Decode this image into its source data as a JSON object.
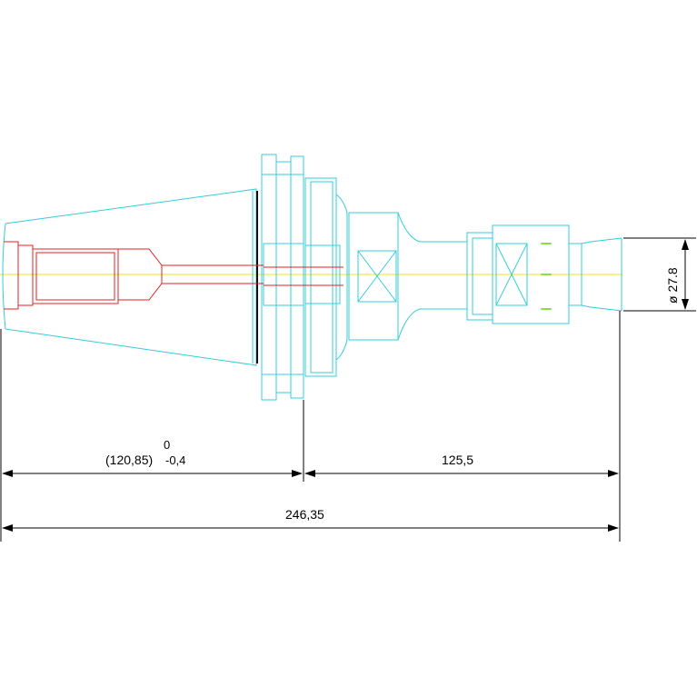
{
  "colors": {
    "background": "#ffffff",
    "holder": "#33ccdd",
    "tool": "#e02020",
    "centerline": "#f0e020",
    "coolant": "#88e044",
    "dimension": "#000000"
  },
  "dimensions": {
    "gauge_length": "(120,85)",
    "gauge_upper_tolerance": "0",
    "gauge_lower_tolerance": "-0,4",
    "extension_length": "125,5",
    "overall_length": "246,35",
    "diameter": "ø 27.8"
  }
}
